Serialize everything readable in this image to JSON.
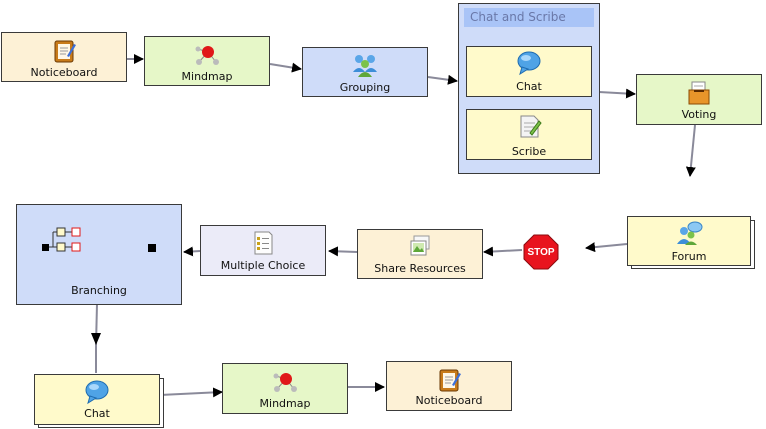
{
  "activities": {
    "noticeboard_1": "Noticeboard",
    "mindmap_1": "Mindmap",
    "grouping": "Grouping",
    "chat_and_scribe": "Chat and Scribe",
    "chat_1": "Chat",
    "scribe": "Scribe",
    "voting": "Voting",
    "forum": "Forum",
    "stop": "STOP",
    "share_resources": "Share Resources",
    "multiple_choice": "Multiple Choice",
    "branching": "Branching",
    "chat_2": "Chat",
    "mindmap_2": "Mindmap",
    "noticeboard_2": "Noticeboard"
  },
  "colors": {
    "cream": "#fdf1d6",
    "green": "#e6f7c8",
    "blue": "#cfdcf9",
    "yellow": "#fffacb",
    "lavender": "#ebebf8",
    "connector": "#8a8a9a",
    "stop": "#e8141e"
  },
  "icons": {
    "noticeboard": "notepad-icon",
    "mindmap": "mindmap-icon",
    "grouping": "group-people-icon",
    "chat": "chat-bubble-icon",
    "scribe": "scribe-document-icon",
    "voting": "ballot-box-icon",
    "forum": "forum-people-icon",
    "share_resources": "images-icon",
    "multiple_choice": "checklist-icon",
    "branching": "branching-icon"
  }
}
